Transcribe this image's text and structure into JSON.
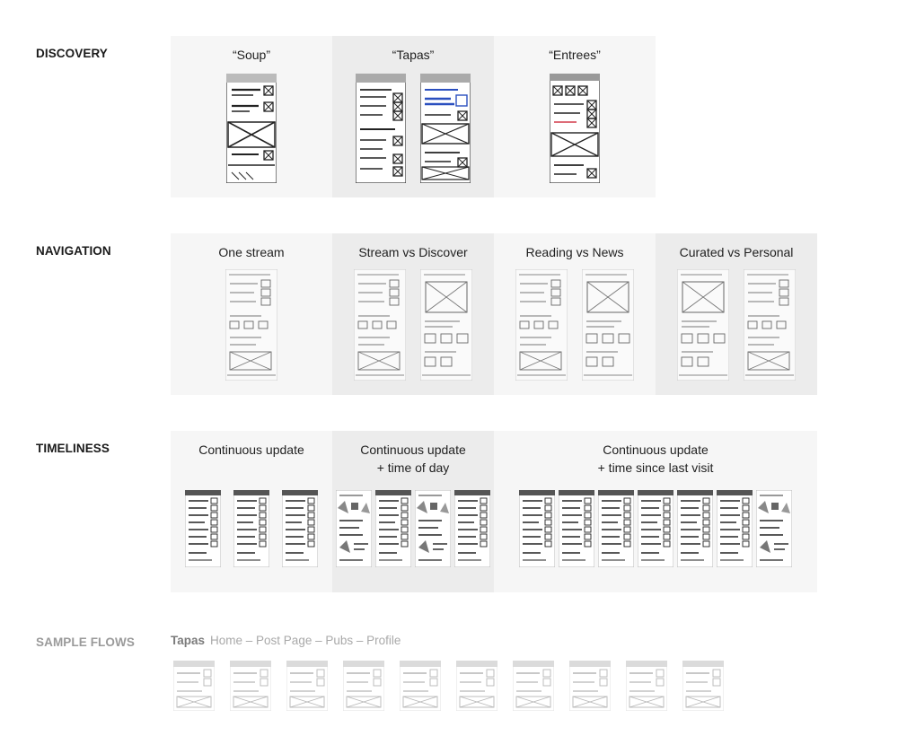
{
  "sections": {
    "discovery": {
      "label": "DISCOVERY",
      "panels": [
        {
          "title": "“Soup”"
        },
        {
          "title": "“Tapas”"
        },
        {
          "title": "“Entrees”"
        }
      ]
    },
    "navigation": {
      "label": "NAVIGATION",
      "panels": [
        {
          "title": "One stream"
        },
        {
          "title": "Stream vs Discover"
        },
        {
          "title": "Reading vs News"
        },
        {
          "title": "Curated vs Personal"
        }
      ]
    },
    "timeliness": {
      "label": "TIMELINESS",
      "panels": [
        {
          "title": "Continuous update"
        },
        {
          "title": "Continuous update\n+ time of day"
        },
        {
          "title": "Continuous update\n+ time since last visit"
        }
      ]
    },
    "sample_flows": {
      "label": "SAMPLE FLOWS",
      "active": "Tapas",
      "steps": "Home – Post Page – Pubs – Profile"
    }
  },
  "colors": {
    "panel_light": "#f6f6f6",
    "panel_dark": "#ececec",
    "ink": "#1a1a1a",
    "accent_blue": "#2a4fbf",
    "accent_red": "#d23a4a",
    "muted": "#9a9a9a"
  },
  "sketch_icons": [
    "wireframe-sketch"
  ]
}
